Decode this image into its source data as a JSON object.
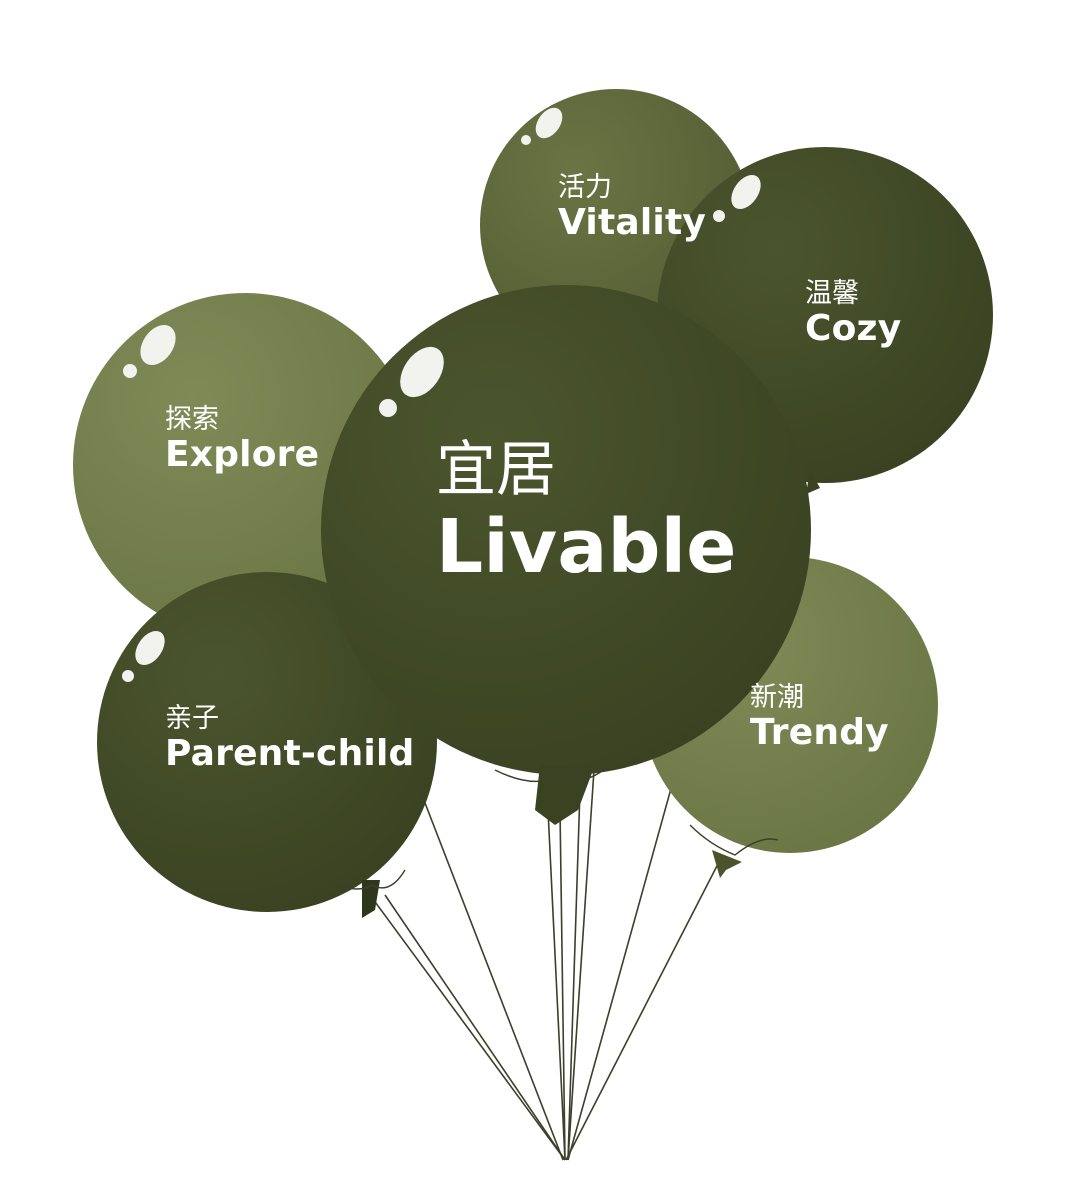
{
  "colors": {
    "olive_light": "#747f4d",
    "olive_mid": "#616b3d",
    "olive_dark": "#414a27",
    "string": "#3c3f2a",
    "highlight": "#ffffff",
    "text": "#ffffff"
  },
  "balloons": {
    "vitality": {
      "zh": "活力",
      "en": "Vitality"
    },
    "cozy": {
      "zh": "温馨",
      "en": "Cozy"
    },
    "explore": {
      "zh": "探索",
      "en": "Explore"
    },
    "trendy": {
      "zh": "新潮",
      "en": "Trendy"
    },
    "parent_child": {
      "zh": "亲子",
      "en": "Parent-child"
    },
    "livable": {
      "zh": "宜居",
      "en": "Livable"
    }
  }
}
